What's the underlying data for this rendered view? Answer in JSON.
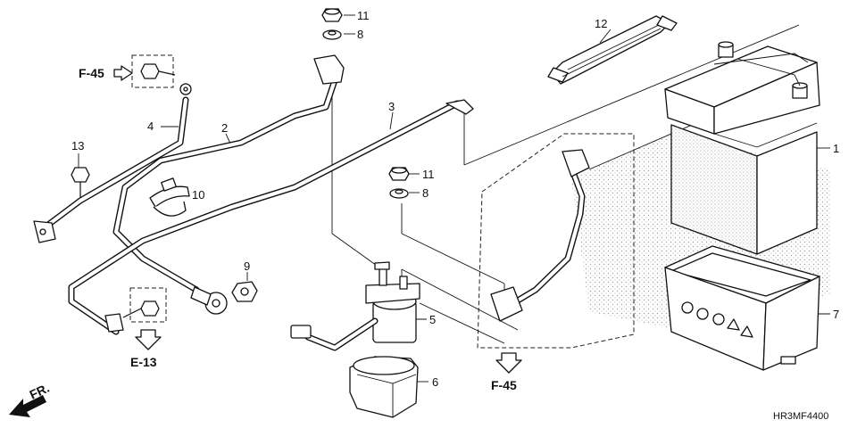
{
  "diagram": {
    "code": "HR3MF4400",
    "direction_label": "FR.",
    "references": {
      "f45_top": "F-45",
      "e13": "E-13",
      "f45_bottom": "F-45"
    },
    "callouts": {
      "c1": "1",
      "c2": "2",
      "c3": "3",
      "c4": "4",
      "c5": "5",
      "c6": "6",
      "c7": "7",
      "c8_top": "8",
      "c8_mid": "8",
      "c9": "9",
      "c10": "10",
      "c11_top": "11",
      "c11_mid": "11",
      "c12": "12",
      "c13": "13"
    }
  }
}
